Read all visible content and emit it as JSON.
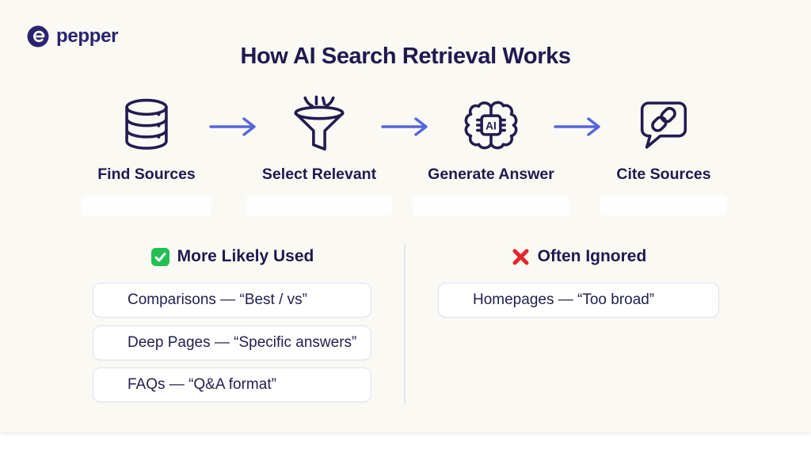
{
  "brand": {
    "name": "pepper"
  },
  "title": "How AI Search Retrieval Works",
  "flow": {
    "steps": [
      {
        "label": "Find Sources",
        "icon": "database-icon"
      },
      {
        "label": "Select Relevant",
        "icon": "funnel-icon"
      },
      {
        "label": "Generate Answer",
        "icon": "ai-brain-chip-icon",
        "chip_text": "AI"
      },
      {
        "label": "Cite Sources",
        "icon": "citation-link-bubble-icon"
      }
    ]
  },
  "sections": {
    "more_likely_used": {
      "heading": "More Likely Used",
      "icon": "check-badge-icon",
      "items": [
        "Comparisons — “Best / vs”",
        "Deep Pages — “Specific answers”",
        "FAQs — “Q&A format”"
      ]
    },
    "often_ignored": {
      "heading": "Often Ignored",
      "icon": "cross-mark-icon",
      "items": [
        "Homepages — “Too broad”"
      ]
    }
  },
  "colors": {
    "background": "#FAF9F4",
    "ink_navy": "#1F1A4E",
    "brand_navy": "#2A2370",
    "arrow_blue": "#5866DD",
    "box_border": "#DEE1F2",
    "check_green": "#22BF55",
    "cross_red": "#E8252C",
    "divider": "#E4E4F0"
  }
}
